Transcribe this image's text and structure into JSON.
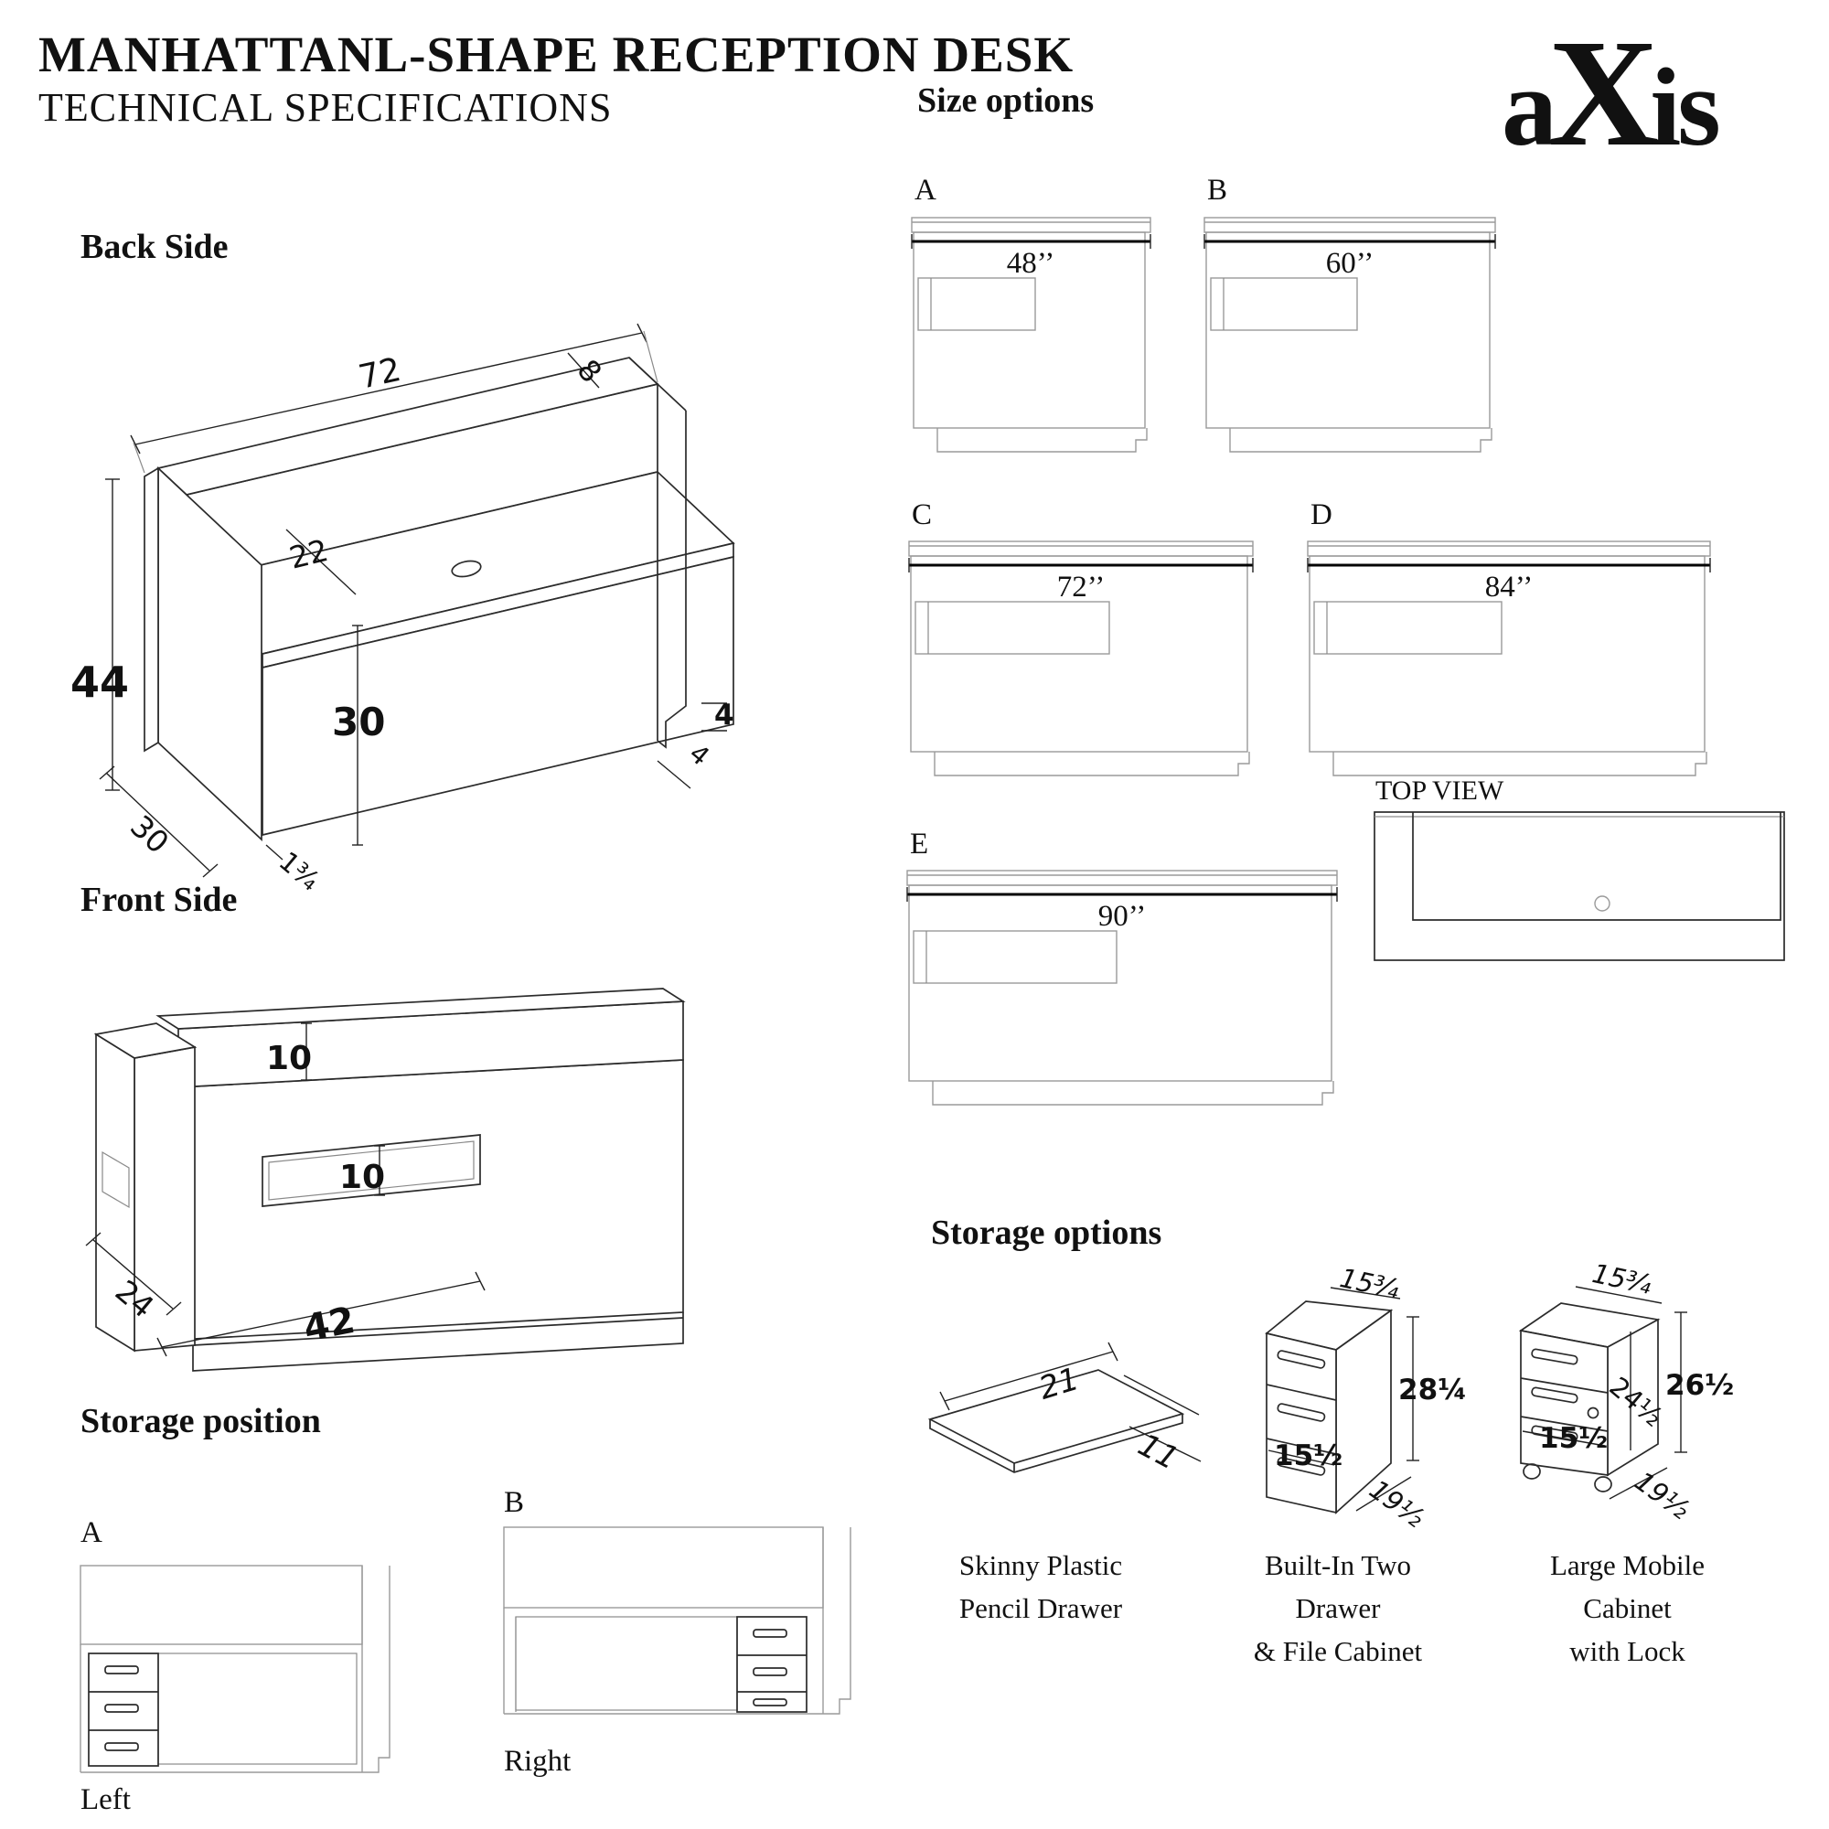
{
  "header": {
    "title": "MANHATTANL-SHAPE RECEPTION DESK",
    "subtitle": "TECHNICAL SPECIFICATIONS",
    "logo": "aXis"
  },
  "back_side": {
    "heading": "Back Side",
    "dims": {
      "length": "72",
      "top_depth": "8",
      "total_height": "44",
      "shelf_depth": "22",
      "desk_height": "30",
      "side_depth": "30",
      "panel_thickness": "1¾",
      "kick_height": "4",
      "kick_depth": "4"
    }
  },
  "front_side": {
    "heading": "Front Side",
    "dims": {
      "counter_height": "10",
      "opening_height": "10",
      "return_depth": "24",
      "opening_width": "42"
    }
  },
  "size_options": {
    "heading": "Size options",
    "top_view_label": "TOP VIEW",
    "options": [
      {
        "label": "A",
        "size": "48’’"
      },
      {
        "label": "B",
        "size": "60’’"
      },
      {
        "label": "C",
        "size": "72’’"
      },
      {
        "label": "D",
        "size": "84’’"
      },
      {
        "label": "E",
        "size": "90’’"
      }
    ]
  },
  "storage_position": {
    "heading": "Storage position",
    "options": [
      {
        "label": "A",
        "caption": "Left"
      },
      {
        "label": "B",
        "caption": "Right"
      }
    ]
  },
  "storage_options": {
    "heading": "Storage options",
    "items": [
      {
        "caption_line1": "Skinny Plastic",
        "caption_line2": "Pencil Drawer",
        "dims": {
          "width": "21",
          "depth": "11"
        }
      },
      {
        "caption_line1": "Built-In Two Drawer",
        "caption_line2": "& File Cabinet",
        "dims": {
          "top_width": "15¾",
          "height": "28¼",
          "front_width": "15½",
          "depth": "19½"
        }
      },
      {
        "caption_line1": "Large Mobile Cabinet",
        "caption_line2": "with Lock",
        "dims": {
          "top_width": "15¾",
          "inner_height": "24½",
          "height": "26½",
          "front_width": "15½",
          "depth": "19½"
        }
      }
    ]
  }
}
